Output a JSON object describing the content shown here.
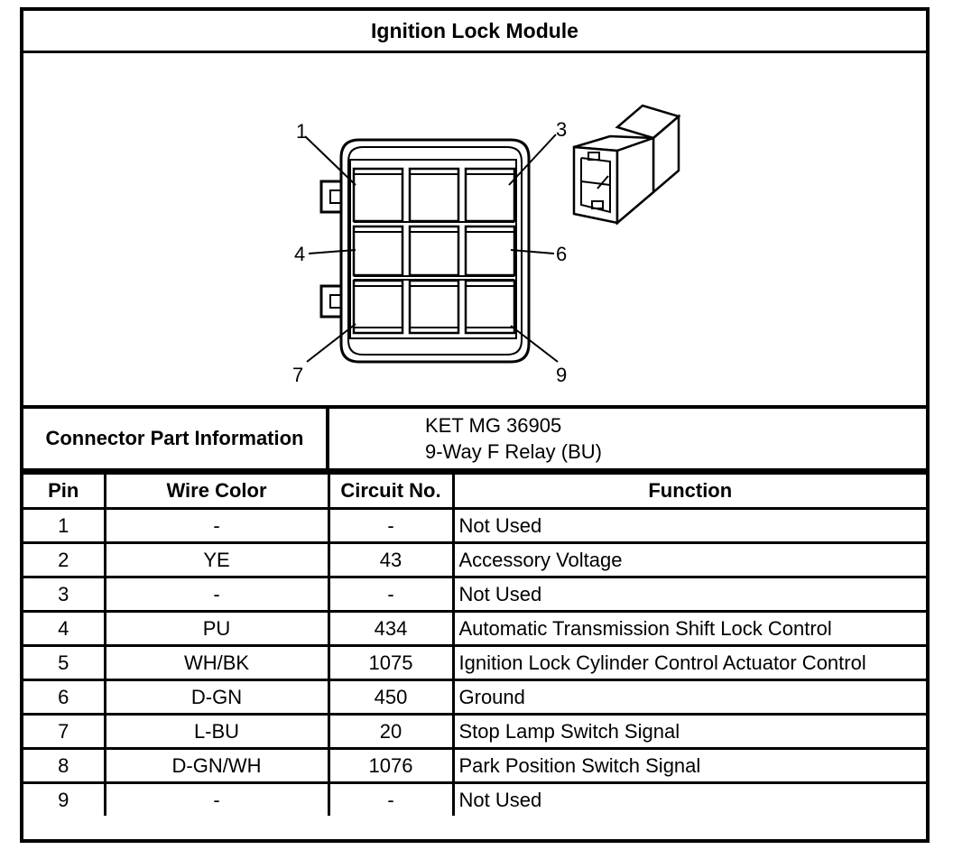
{
  "title": "Ignition Lock Module",
  "diagram": {
    "callouts": [
      "1",
      "3",
      "4",
      "6",
      "7",
      "9"
    ]
  },
  "connector_info": {
    "label": "Connector Part Information",
    "lines": [
      "KET MG 36905",
      "9-Way F Relay (BU)"
    ]
  },
  "table": {
    "headers": [
      "Pin",
      "Wire Color",
      "Circuit No.",
      "Function"
    ],
    "rows": [
      {
        "pin": "1",
        "wire": "-",
        "circuit": "-",
        "function": "Not Used"
      },
      {
        "pin": "2",
        "wire": "YE",
        "circuit": "43",
        "function": "Accessory Voltage"
      },
      {
        "pin": "3",
        "wire": "-",
        "circuit": "-",
        "function": "Not Used"
      },
      {
        "pin": "4",
        "wire": "PU",
        "circuit": "434",
        "function": "Automatic Transmission Shift Lock Control"
      },
      {
        "pin": "5",
        "wire": "WH/BK",
        "circuit": "1075",
        "function": "Ignition Lock Cylinder Control Actuator Control"
      },
      {
        "pin": "6",
        "wire": "D-GN",
        "circuit": "450",
        "function": "Ground"
      },
      {
        "pin": "7",
        "wire": "L-BU",
        "circuit": "20",
        "function": "Stop Lamp Switch Signal"
      },
      {
        "pin": "8",
        "wire": "D-GN/WH",
        "circuit": "1076",
        "function": "Park Position Switch Signal"
      },
      {
        "pin": "9",
        "wire": "-",
        "circuit": "-",
        "function": "Not Used"
      }
    ]
  }
}
